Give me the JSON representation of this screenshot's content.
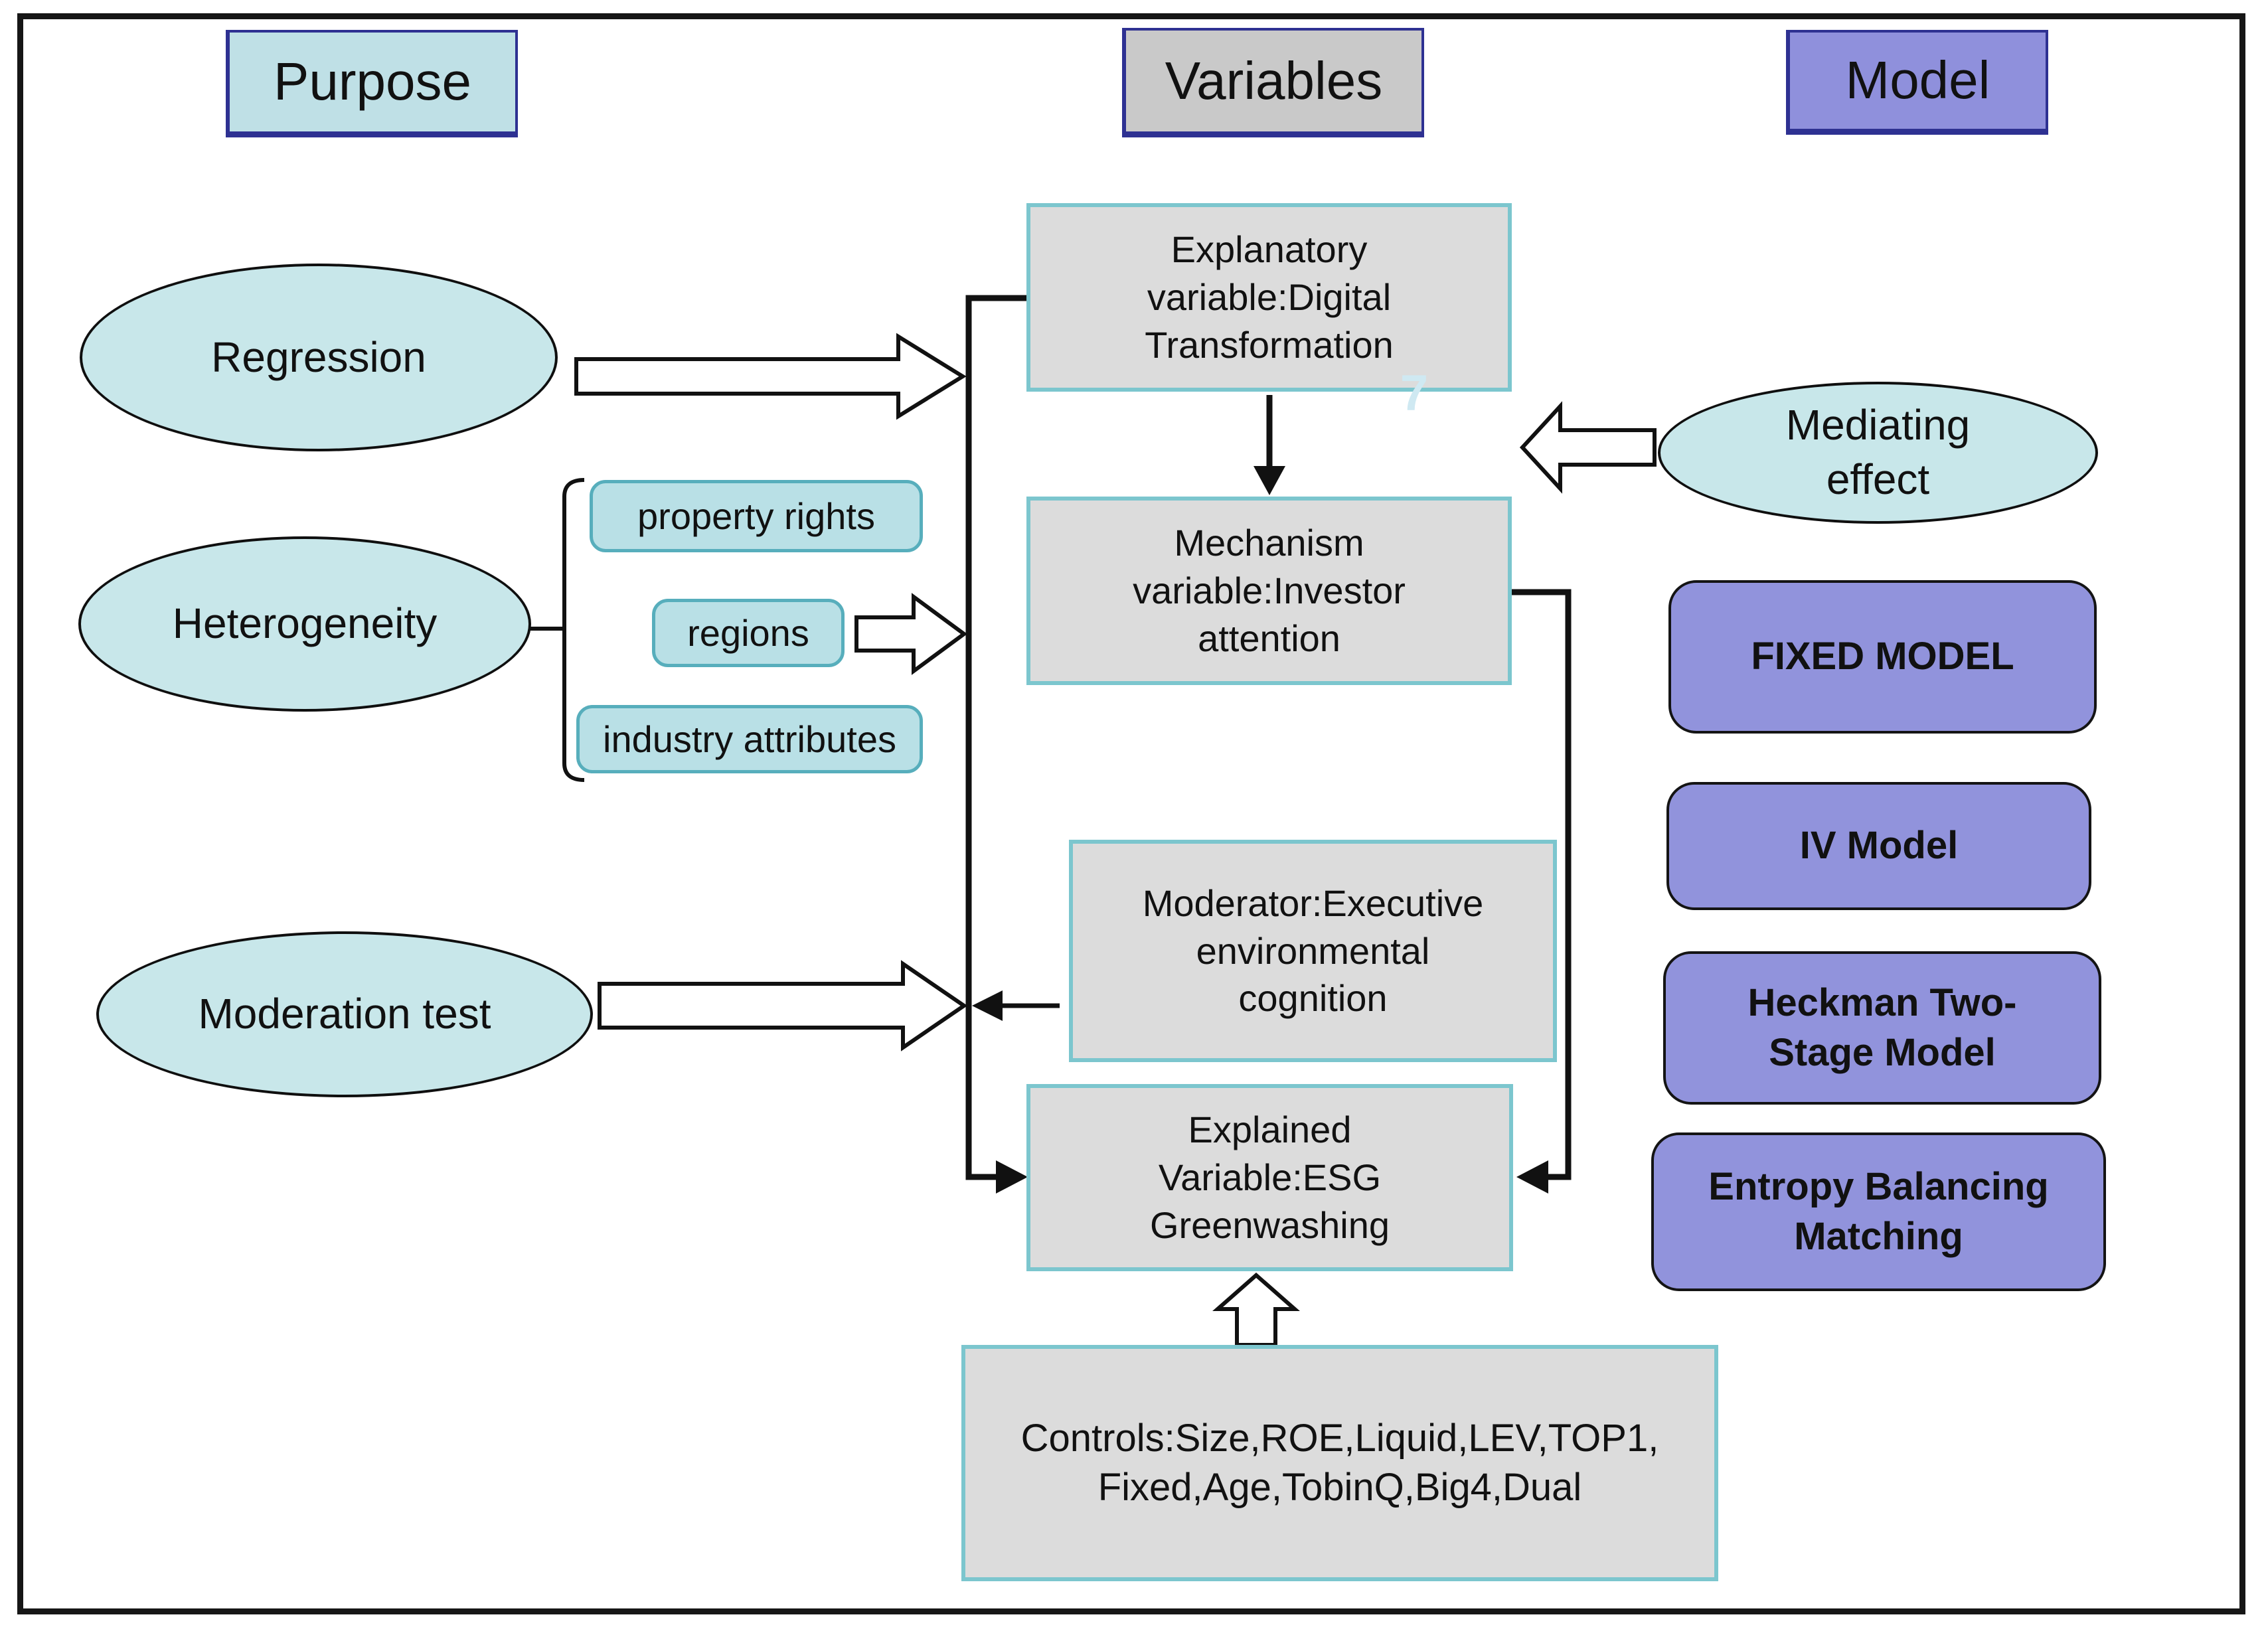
{
  "headers": {
    "purpose": "Purpose",
    "variables": "Variables",
    "model": "Model"
  },
  "ovals": {
    "regression": "Regression",
    "heterogeneity": "Heterogeneity",
    "moderation_test": "Moderation test",
    "mediating_effect": "Mediating\neffect"
  },
  "heterogeneity_dimensions": {
    "property_rights": "property rights",
    "regions": "regions",
    "industry_attributes": "industry attributes"
  },
  "variable_boxes": {
    "explanatory": "Explanatory\nvariable:Digital\nTransformation",
    "mechanism": "Mechanism\nvariable:Investor\nattention",
    "moderator": "Moderator:Executive\nenvironmental\ncognition",
    "explained": "Explained\nVariable:ESG\nGreenwashing",
    "controls": "Controls:Size,ROE,Liquid,LEV,TOP1,\nFixed,Age,TobinQ,Big4,Dual"
  },
  "model_boxes": {
    "fixed": "FIXED MODEL",
    "iv": "IV Model",
    "heckman": "Heckman Two-\nStage Model",
    "entropy": "Entropy Balancing\nMatching"
  },
  "artifact": "7",
  "colors": {
    "oval_fill": "#c8e7ea",
    "cyan_box_fill": "#b9e0e6",
    "cyan_box_border": "#57aebc",
    "gray_box_fill": "#dcdcdc",
    "gray_box_border": "#7cc6ce",
    "purple_fill": "#9193dc",
    "header_border": "#2e3192",
    "purpose_header_fill": "#bfe0e6",
    "variables_header_fill": "#c9c9c9",
    "model_header_fill": "#8f90dc",
    "line_color": "#111111",
    "frame_color": "#161616"
  }
}
